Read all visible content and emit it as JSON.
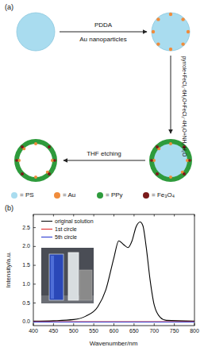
{
  "diagram": {
    "labels": [
      "(a)",
      "PDDA",
      "Au nanoparticles",
      "pyrrole+FeCl₃·6H₂O+FeCl₂·4H₂O+NH₃·H₂O",
      "THF etching",
      "(b)",
      "Intensity/a.u.",
      "Wavenumber/nm",
      "400",
      "450",
      "500",
      "550",
      "600",
      "650",
      "700",
      "750",
      "800",
      "0.0",
      "0.5",
      "1.0",
      "1.5",
      "2.0",
      "2.5"
    ],
    "legend": [
      {
        "text": "= PS",
        "color": "#a9dcef"
      },
      {
        "text": "= Au",
        "color": "#f08c3c"
      },
      {
        "text": "= PPy",
        "color": "#2e9b3c"
      },
      {
        "text": "= Fe₃O₄",
        "color": "#7a1a1a"
      },
      {
        "text": "original solution"
      },
      {
        "text": "1st circle"
      },
      {
        "text": "5th circle"
      }
    ]
  }
}
